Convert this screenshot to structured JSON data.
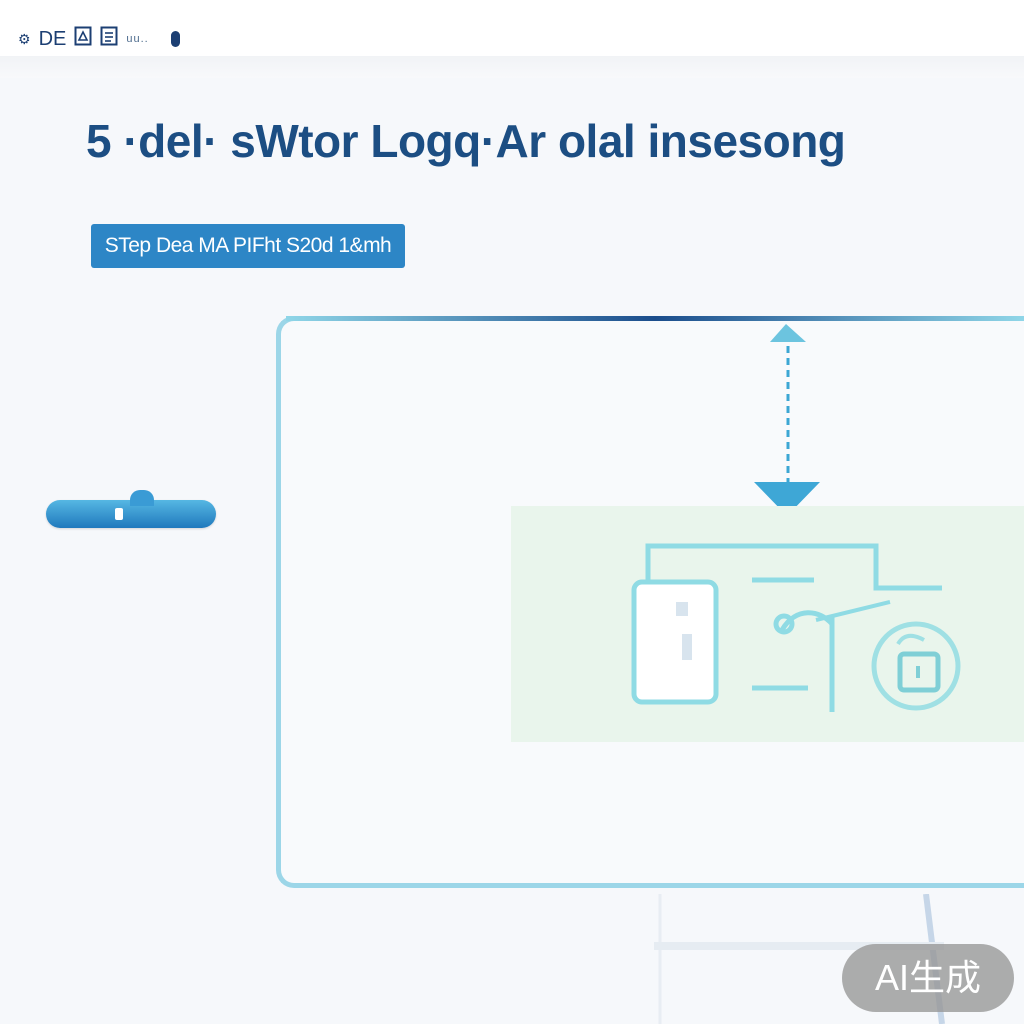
{
  "topbar": {
    "gear_glyph": "⚙",
    "label_de": "DE",
    "caret_glyph": "˙",
    "tiny_text": "uu.."
  },
  "headline": "5 ·del· sWtor Logq·Ar olal insesong",
  "step_badge": "STep Dea MA PIFht S20d 1&mh",
  "watermark": "AI生成",
  "colors": {
    "brand_dark": "#1c4e83",
    "accent_blue": "#2d86c6",
    "teal": "#8fd6e8",
    "panel_green": "#e9f5ec"
  }
}
